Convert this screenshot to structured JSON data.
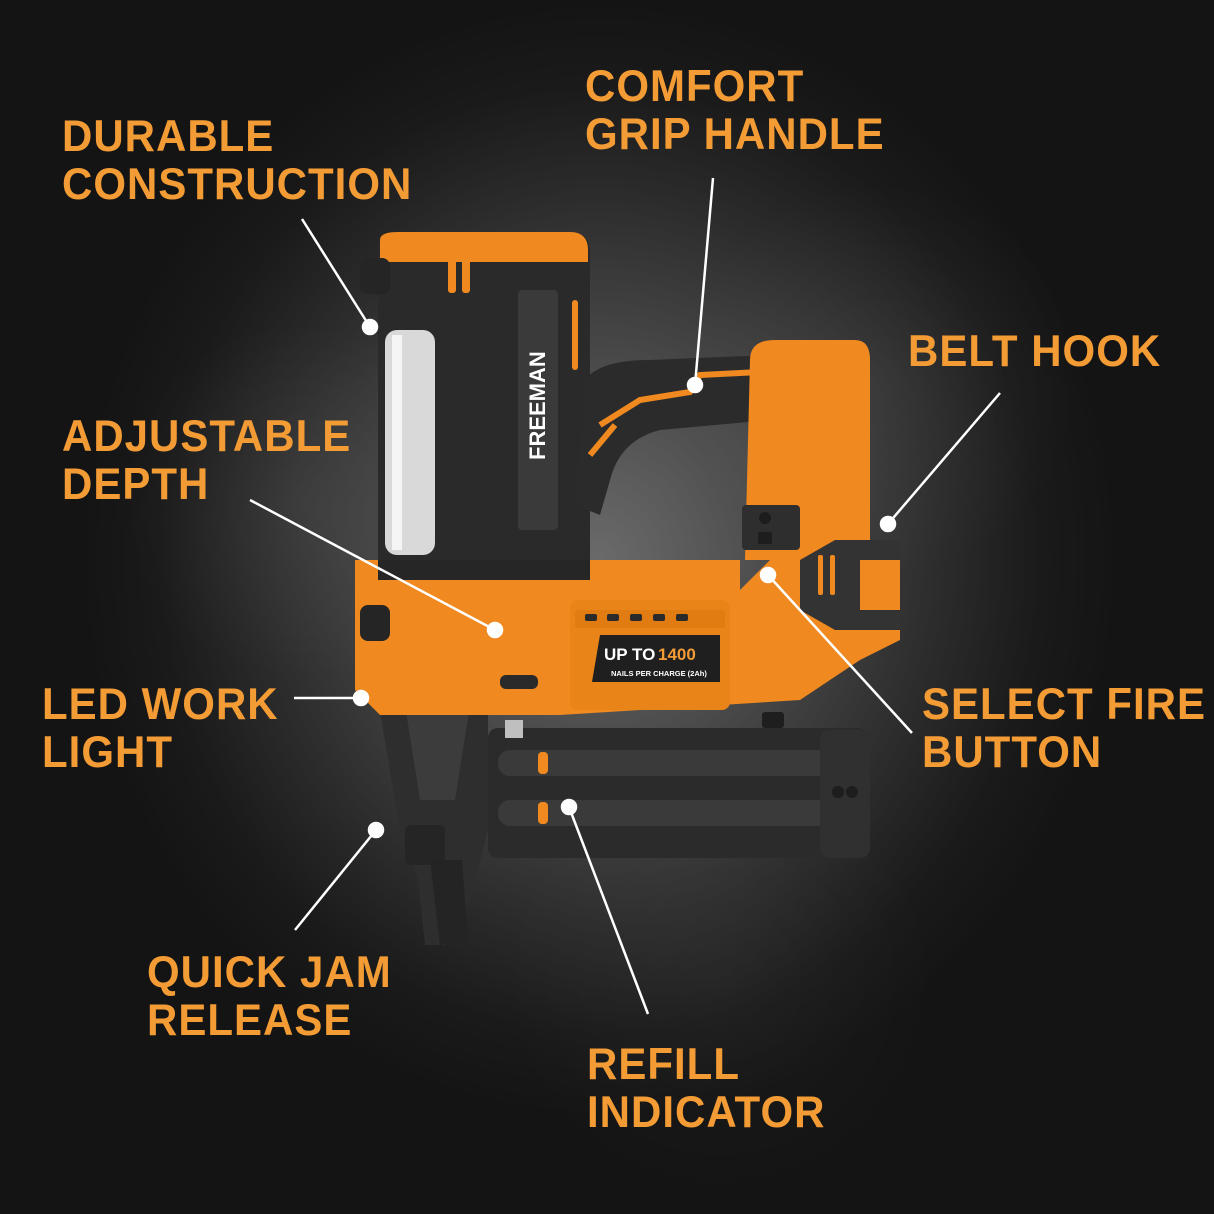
{
  "colors": {
    "accent": "#f39b34",
    "tool_orange": "#f0891f",
    "tool_black": "#2a2a2a",
    "callout": "#ffffff",
    "background_dark": "#151515"
  },
  "product": {
    "brand": "FREEMAN",
    "badge_main": "UP TO",
    "badge_number": "1400",
    "badge_sub": "NAILS PER CHARGE (2Ah)"
  },
  "callouts": [
    {
      "id": "durable",
      "line1": "DURABLE",
      "line2": "CONSTRUCTION"
    },
    {
      "id": "comfort",
      "line1": "COMFORT",
      "line2": "GRIP HANDLE"
    },
    {
      "id": "belt",
      "line1": "BELT HOOK",
      "line2": ""
    },
    {
      "id": "adjustable",
      "line1": "ADJUSTABLE",
      "line2": "DEPTH"
    },
    {
      "id": "select",
      "line1": "SELECT FIRE",
      "line2": "BUTTON"
    },
    {
      "id": "led",
      "line1": "LED WORK",
      "line2": "LIGHT"
    },
    {
      "id": "jam",
      "line1": "QUICK JAM",
      "line2": "RELEASE"
    },
    {
      "id": "refill",
      "line1": "REFILL",
      "line2": "INDICATOR"
    }
  ]
}
